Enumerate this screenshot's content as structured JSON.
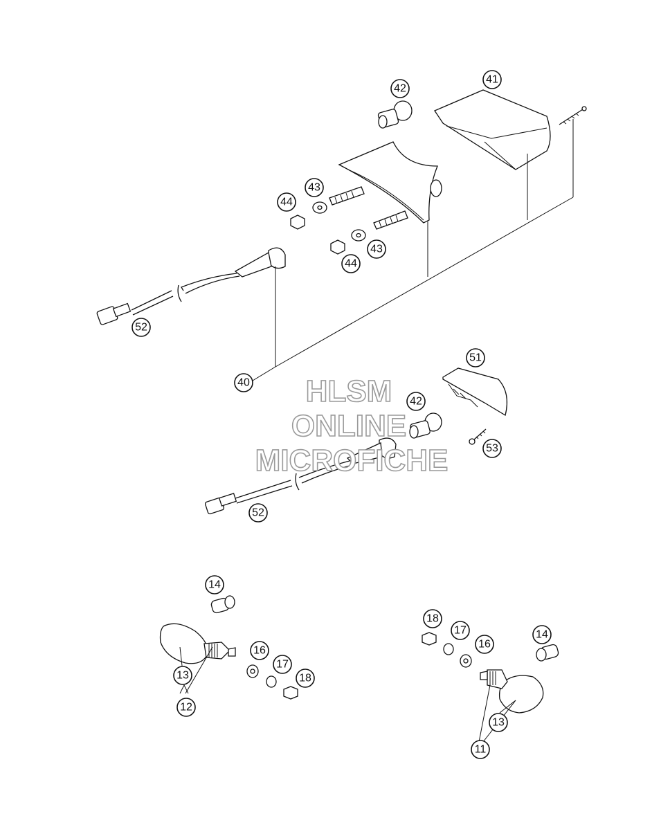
{
  "callouts": [
    {
      "id": "c41a",
      "label": "41"
    },
    {
      "id": "c42a",
      "label": "42"
    },
    {
      "id": "c43a",
      "label": "43"
    },
    {
      "id": "c44a",
      "label": "44"
    },
    {
      "id": "c43b",
      "label": "43"
    },
    {
      "id": "c44b",
      "label": "44"
    },
    {
      "id": "c52a",
      "label": "52"
    },
    {
      "id": "c40",
      "label": "40"
    },
    {
      "id": "c51",
      "label": "51"
    },
    {
      "id": "c42b",
      "label": "42"
    },
    {
      "id": "c53",
      "label": "53"
    },
    {
      "id": "c52b",
      "label": "52"
    },
    {
      "id": "c14a",
      "label": "14"
    },
    {
      "id": "c16a",
      "label": "16"
    },
    {
      "id": "c17a",
      "label": "17"
    },
    {
      "id": "c18a",
      "label": "18"
    },
    {
      "id": "c13a",
      "label": "13"
    },
    {
      "id": "c12",
      "label": "12"
    },
    {
      "id": "c18b",
      "label": "18"
    },
    {
      "id": "c17b",
      "label": "17"
    },
    {
      "id": "c16b",
      "label": "16"
    },
    {
      "id": "c14b",
      "label": "14"
    },
    {
      "id": "c13b",
      "label": "13"
    },
    {
      "id": "c11",
      "label": "11"
    }
  ],
  "watermark": {
    "line1": "HLSM",
    "line2": "ONLINE",
    "line3": "MICROFICHE"
  },
  "colors": {
    "line": "#111111",
    "watermark_stroke": "#9a9a9a",
    "background": "#ffffff"
  }
}
